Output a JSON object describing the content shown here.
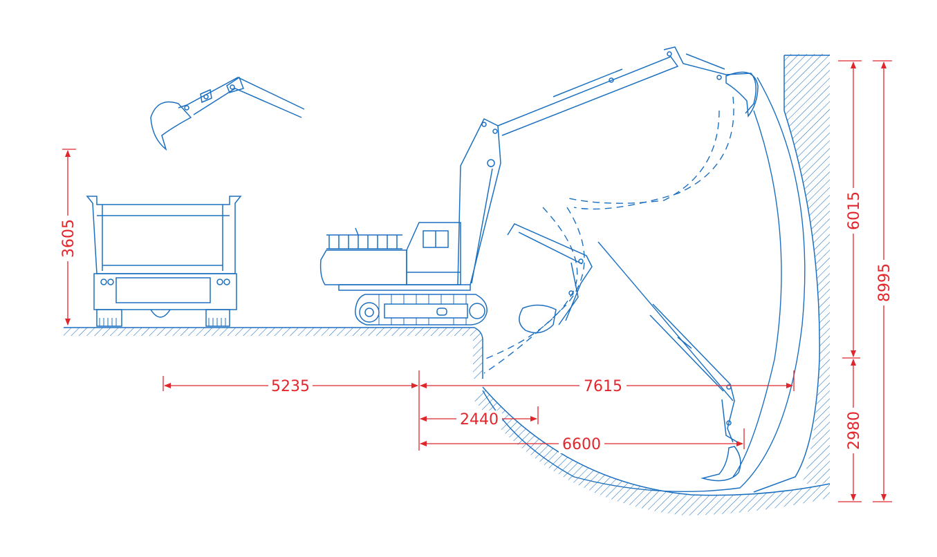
{
  "colors": {
    "drawing": "#1b6fc0",
    "dimension": "#e1262c",
    "background": "#ffffff"
  },
  "dimensions": {
    "truck_height": "3605",
    "truck_reach": "5235",
    "max_reach": "7615",
    "min_reach": "2440",
    "floor_reach": "6600",
    "dig_height": "6015",
    "dig_depth": "2980",
    "total_height": "8995"
  }
}
